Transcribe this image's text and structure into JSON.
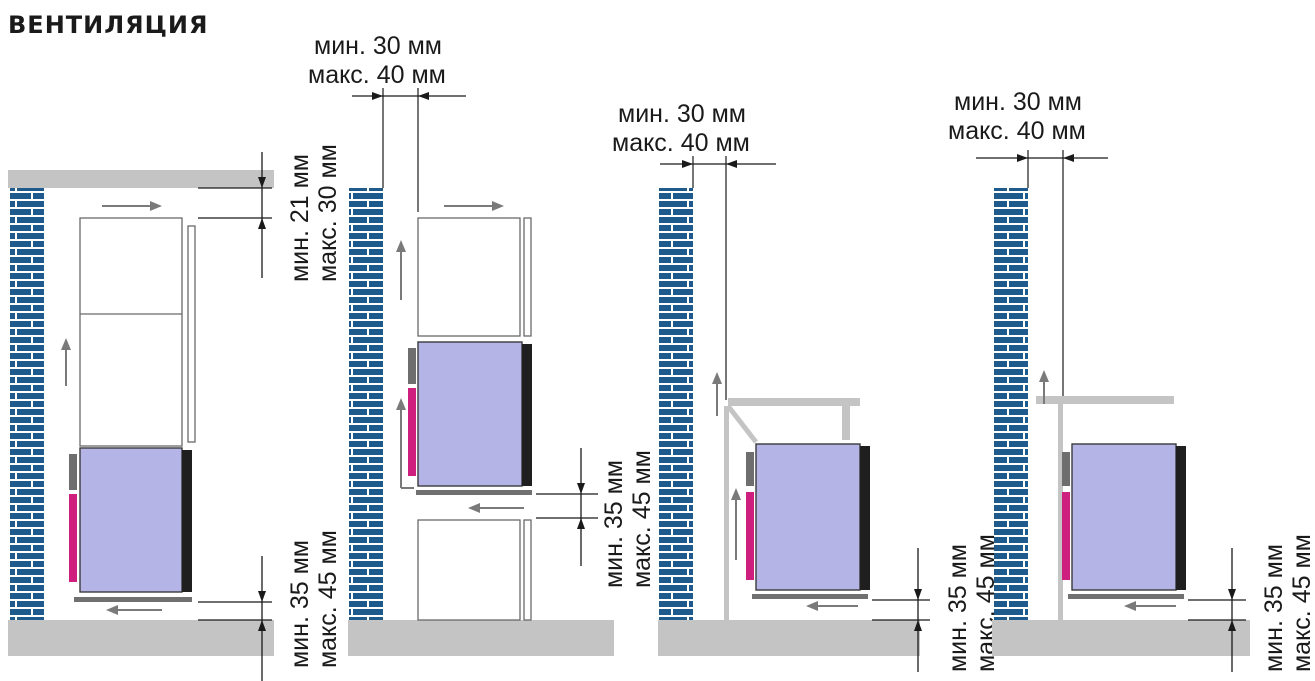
{
  "title": "ВЕНТИЛЯЦИЯ",
  "labels": {
    "min30": "мин. 30 мм",
    "max40": "макс. 40 мм",
    "min21": "мин. 21 мм",
    "max30": "макс. 30 мм",
    "min35": "мин. 35 мм",
    "max45": "макс. 45 мм"
  },
  "colors": {
    "brick": "#1f5a8c",
    "mortar": "#ffffff",
    "appliance": "#b4b4e6",
    "handle": "#ce1f7f",
    "floor": "#c4c4c4",
    "airflow_arrow": "#7a7a7a"
  },
  "panels": [
    {
      "id": "column-installation",
      "icons": [
        "brick-wall",
        "tall-cabinet",
        "appliance",
        "airflow-arrows"
      ]
    },
    {
      "id": "middle-installation",
      "icons": [
        "brick-wall",
        "upper-cabinet",
        "appliance",
        "lower-cabinet",
        "airflow-arrows"
      ]
    },
    {
      "id": "under-counter-installation",
      "icons": [
        "brick-wall",
        "countertop",
        "appliance",
        "airflow-arrows"
      ]
    },
    {
      "id": "under-counter-installation-alt",
      "icons": [
        "brick-wall",
        "countertop",
        "appliance",
        "airflow-arrows"
      ]
    }
  ]
}
